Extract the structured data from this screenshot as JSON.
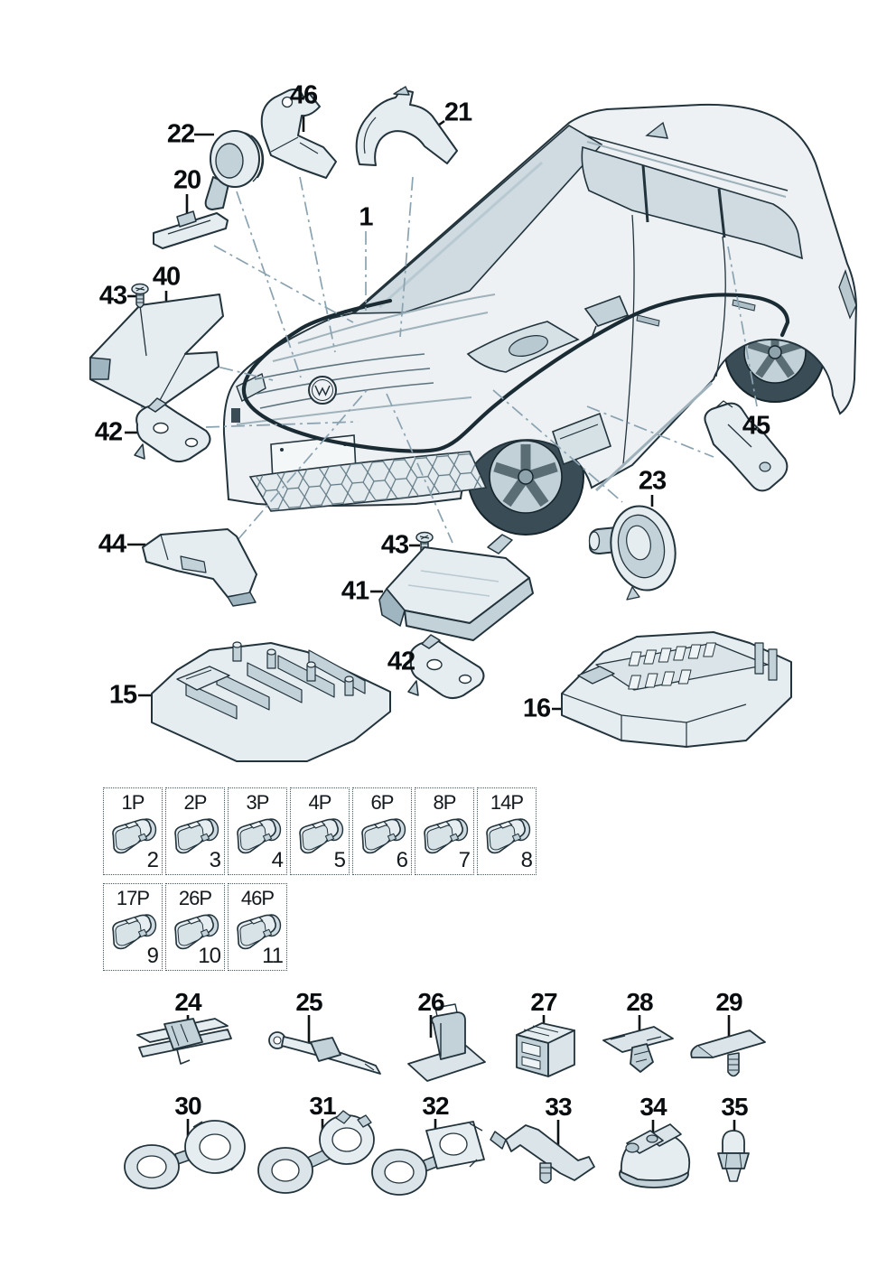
{
  "diagram": {
    "kind": "vehicle wiring-harness parts diagram",
    "harness_callout": "1"
  },
  "colors": {
    "background": "#ffffff",
    "outline": "#22333c",
    "part_light": "#e6edf0",
    "part_mid": "#c3d2d9",
    "part_dark": "#9fb5c0",
    "body_fill": "#edf1f3",
    "glass_fill": "#cfdbe1",
    "harness_line": "#1a2b33",
    "leader_line": "#8ba3b1",
    "label_text": "#0a0d0f"
  },
  "callouts": [
    {
      "text": "22"
    },
    {
      "text": "46"
    },
    {
      "text": "21"
    },
    {
      "text": "20"
    },
    {
      "text": "1"
    },
    {
      "text": "43"
    },
    {
      "text": "40"
    },
    {
      "text": "42"
    },
    {
      "text": "44"
    },
    {
      "text": "41"
    },
    {
      "text": "43"
    },
    {
      "text": "42"
    },
    {
      "text": "45"
    },
    {
      "text": "23"
    },
    {
      "text": "15"
    },
    {
      "text": "16"
    },
    {
      "text": "24"
    },
    {
      "text": "25"
    },
    {
      "text": "26"
    },
    {
      "text": "27"
    },
    {
      "text": "28"
    },
    {
      "text": "29"
    },
    {
      "text": "30"
    },
    {
      "text": "31"
    },
    {
      "text": "32"
    },
    {
      "text": "33"
    },
    {
      "text": "34"
    },
    {
      "text": "35"
    }
  ],
  "grid": {
    "rows": [
      {
        "cells": [
          {
            "pin_label": "1P",
            "item_number": "2"
          },
          {
            "pin_label": "2P",
            "item_number": "3"
          },
          {
            "pin_label": "3P",
            "item_number": "4"
          },
          {
            "pin_label": "4P",
            "item_number": "5"
          },
          {
            "pin_label": "6P",
            "item_number": "6"
          },
          {
            "pin_label": "8P",
            "item_number": "7"
          },
          {
            "pin_label": "14P",
            "item_number": "8"
          }
        ]
      },
      {
        "cells": [
          {
            "pin_label": "17P",
            "item_number": "9"
          },
          {
            "pin_label": "26P",
            "item_number": "10"
          },
          {
            "pin_label": "46P",
            "item_number": "11"
          }
        ]
      }
    ]
  }
}
